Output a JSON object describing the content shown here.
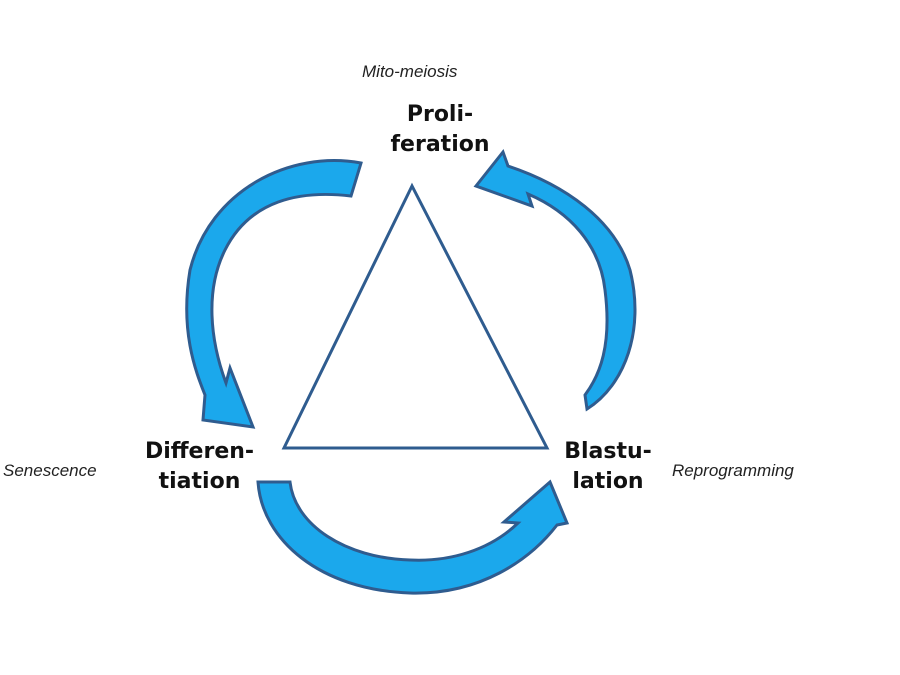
{
  "diagram": {
    "nodes": {
      "top": {
        "line1": "Proli-",
        "line2": "feration",
        "annotation": "Mito-meiosis"
      },
      "left": {
        "line1": "Differen-",
        "line2": "tiation",
        "annotation": "Senescence"
      },
      "right": {
        "line1": "Blastu-",
        "line2": "lation",
        "annotation": "Reprogramming"
      }
    },
    "cycle": [
      "Proliferation → Differentiation",
      "Differentiation → Blastulation",
      "Blastulation → Proliferation"
    ],
    "colors": {
      "arrow_fill": "#1ba8ec",
      "arrow_stroke": "#2f5c8f",
      "triangle_stroke": "#2f5c8f"
    }
  }
}
